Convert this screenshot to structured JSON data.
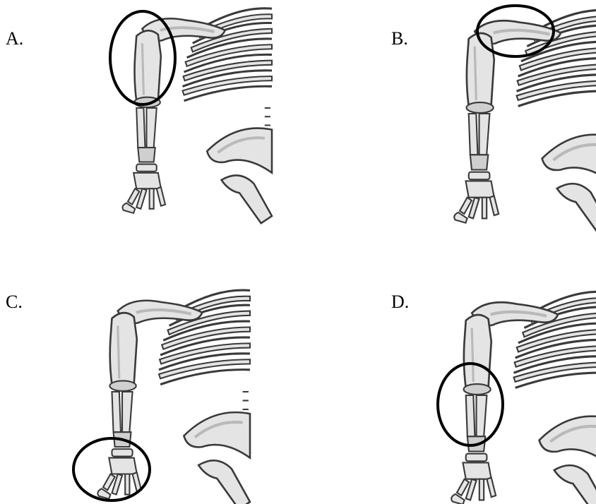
{
  "options": [
    {
      "id": "A",
      "label": "A.",
      "highlight": "humerus"
    },
    {
      "id": "B",
      "label": "B.",
      "highlight": "clavicle"
    },
    {
      "id": "C",
      "label": "C.",
      "highlight": "hand"
    },
    {
      "id": "D",
      "label": "D.",
      "highlight": "forearm"
    }
  ],
  "colors": {
    "bone": "#e4e4e4",
    "bone_shade": "#b9b9b9",
    "outline": "#3a3a3a",
    "circle": "#000000"
  }
}
